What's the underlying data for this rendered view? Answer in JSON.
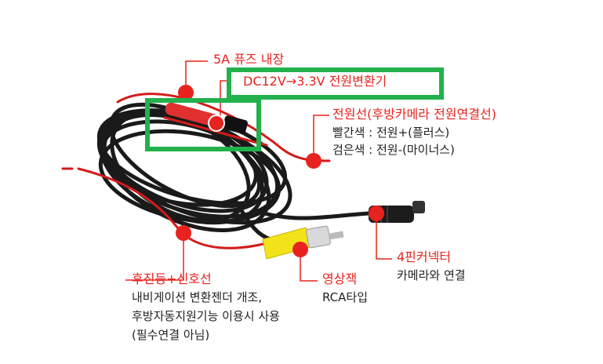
{
  "labels": {
    "fuse": "5A 퓨즈 내장",
    "converter": "DC12V→3.3V 전원변환기",
    "power_title": "전원선(후방카메라 전원연결선)",
    "power_red": "빨간색 : 전원+(플러스)",
    "power_black": "검은색 : 전원-(마이너스)",
    "pin_title": "4핀커넥터",
    "pin_desc": "카메라와 연결",
    "video_title": "영상잭",
    "video_desc": "RCA타입",
    "reverse_title": "후진등+신호선",
    "reverse_line1": "내비게이션 변환젠더 개조,",
    "reverse_line2": "후방자동지원기능 이용시 사용",
    "reverse_line3": "(필수연결 아님)"
  },
  "colors": {
    "accent_red": "#e8231f",
    "highlight_green": "#22b14c",
    "text_dark": "#222222"
  }
}
